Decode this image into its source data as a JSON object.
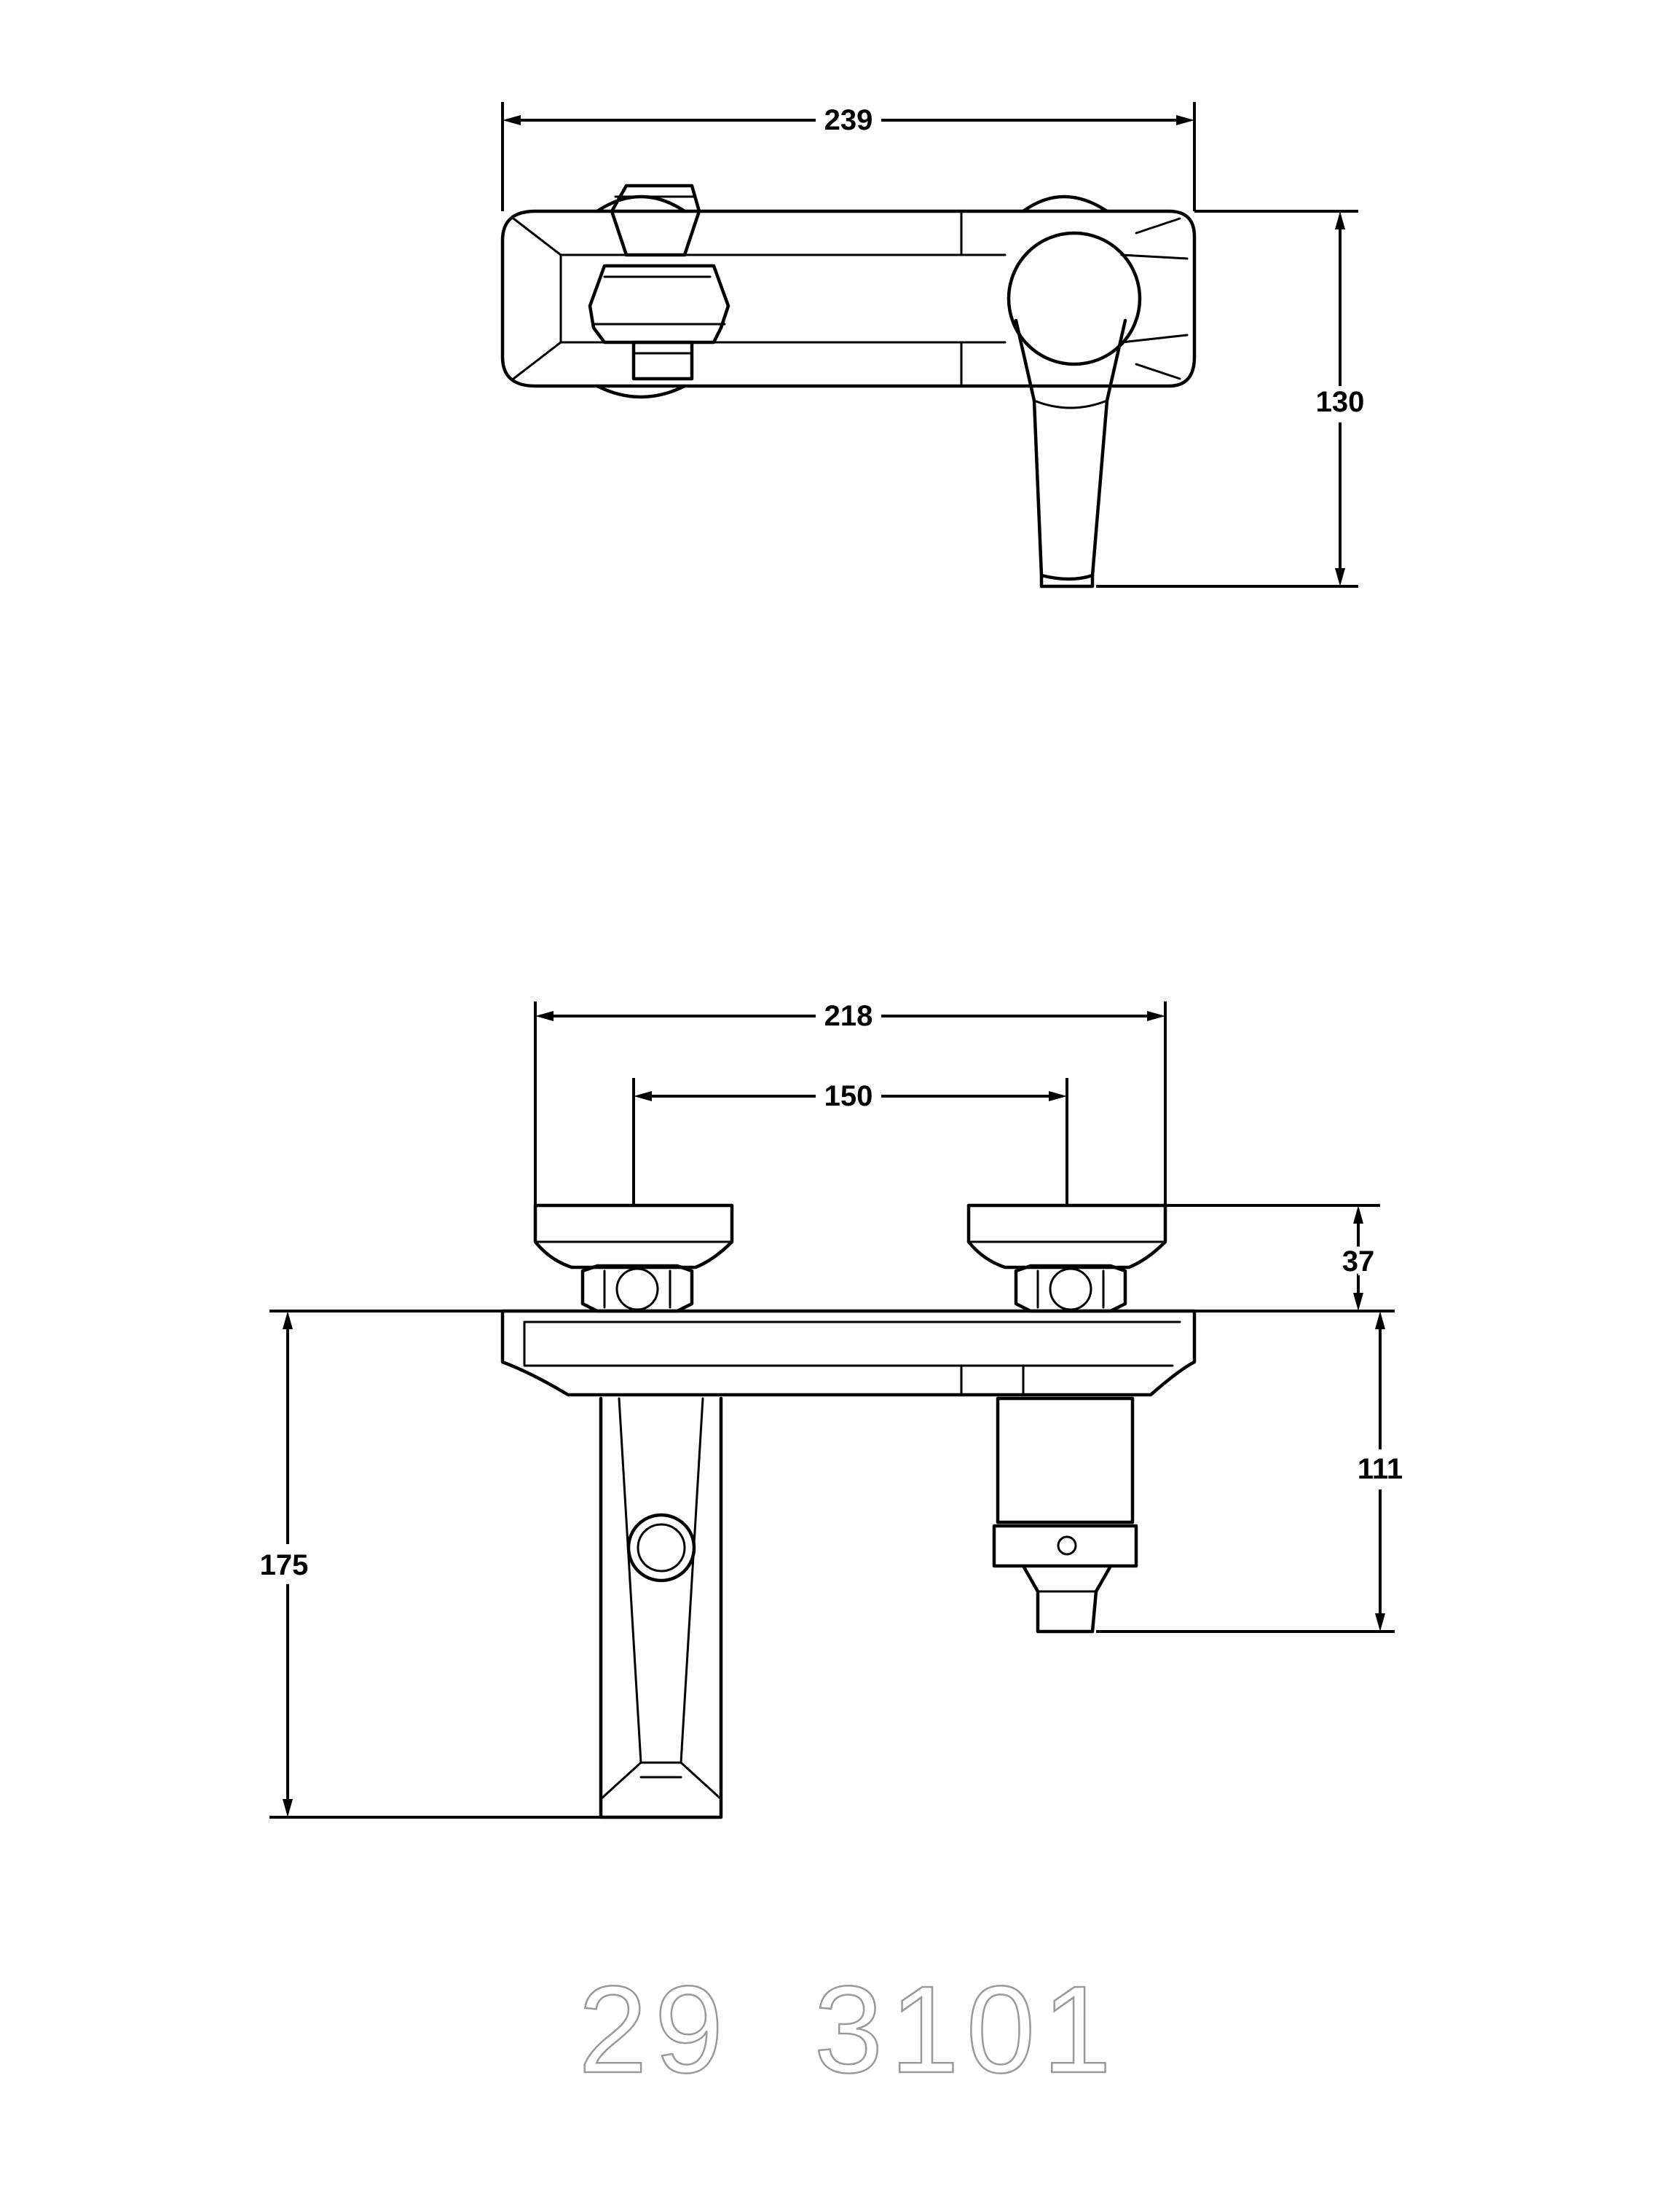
{
  "top_view": {
    "dim_width": "239",
    "dim_depth": "130"
  },
  "front_view": {
    "dim_outer": "218",
    "dim_centers": "150",
    "dim_connection": "37",
    "dim_total_height": "175",
    "dim_mixer_height": "111"
  },
  "product_code": "29  3101"
}
